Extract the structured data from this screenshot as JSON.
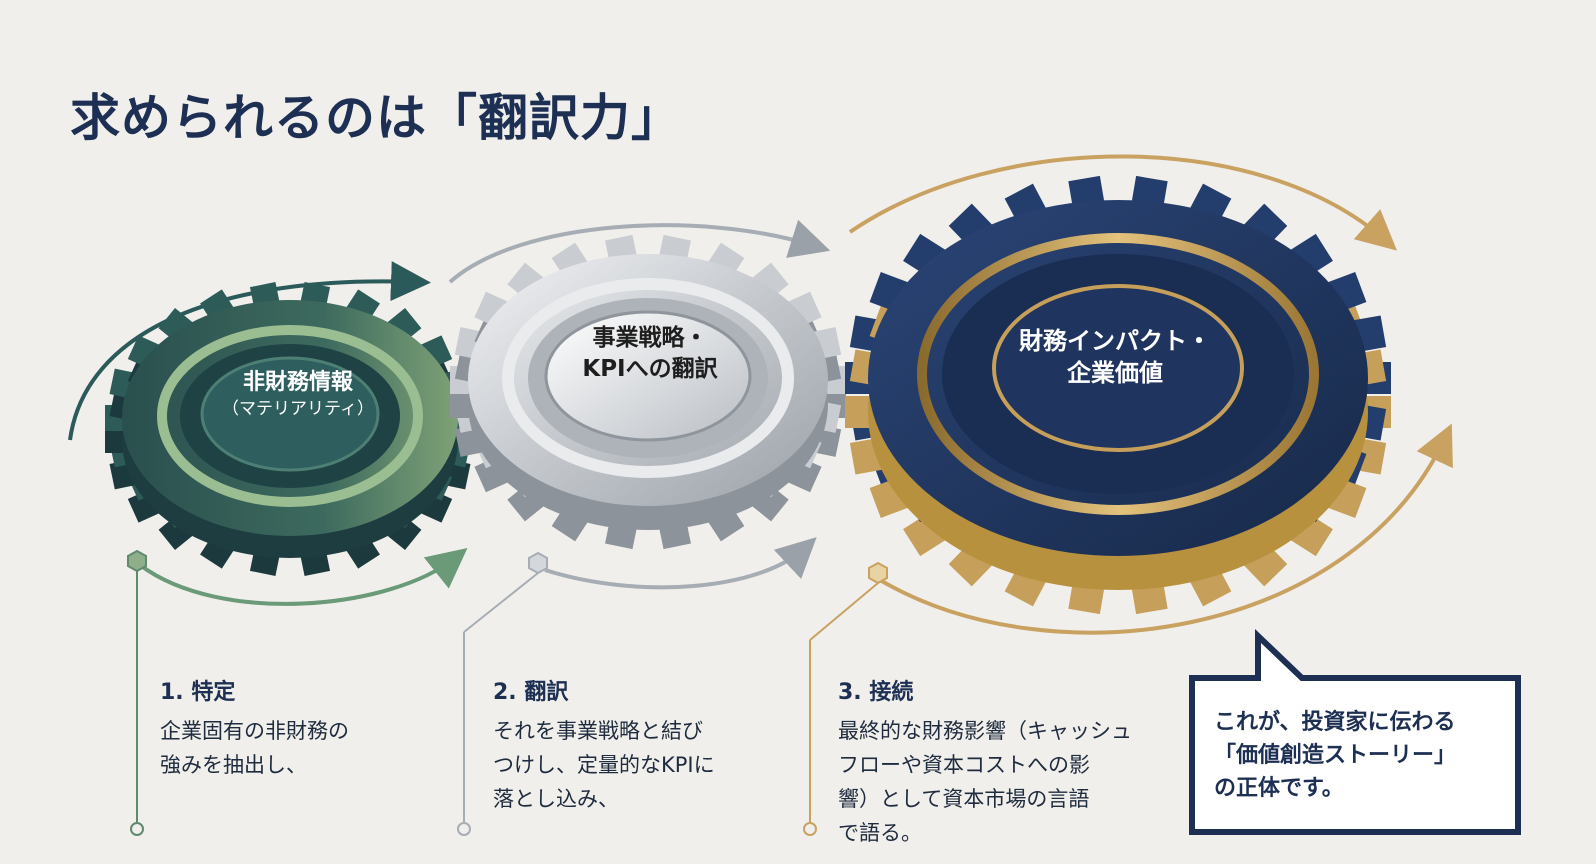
{
  "title": "求められるのは「翻訳力」",
  "gears": [
    {
      "label_lines": [
        "非財務情報",
        "（マテリアリティ）"
      ],
      "color": "#2a4f4e",
      "accent": "#7d9e74"
    },
    {
      "label_lines": [
        "事業戦略・",
        "KPIへの翻訳"
      ],
      "color": "#b8bcc1",
      "accent": "#e8eaec"
    },
    {
      "label_lines": [
        "財務インパクト・",
        "企業価値"
      ],
      "color": "#1f3560",
      "accent": "#c6a05a"
    }
  ],
  "steps": [
    {
      "heading": "1. 特定",
      "body_lines": [
        "企業固有の非財務の",
        "強みを抽出し、"
      ],
      "color": "#5e8a6e"
    },
    {
      "heading": "2. 翻訳",
      "body_lines": [
        "それを事業戦略と結び",
        "つけし、定量的なKPIに",
        "落とし込み、"
      ],
      "color": "#a7adb4"
    },
    {
      "heading": "3. 接続",
      "body_lines": [
        "最終的な財務影響（キャッシュ",
        "フローや資本コストへの影",
        "響）として資本市場の言語",
        "で語る。"
      ],
      "color": "#c9a262"
    }
  ],
  "callout": {
    "lines": [
      "これが、投資家に伝わる",
      "「価値創造ストーリー」",
      "の正体です。"
    ],
    "border_color": "#1d2f52"
  },
  "colors": {
    "background": "#f0efeb",
    "navy": "#1d2f52",
    "gold": "#c6a05a",
    "green": "#2a4f4e",
    "silver": "#b8bcc1"
  }
}
